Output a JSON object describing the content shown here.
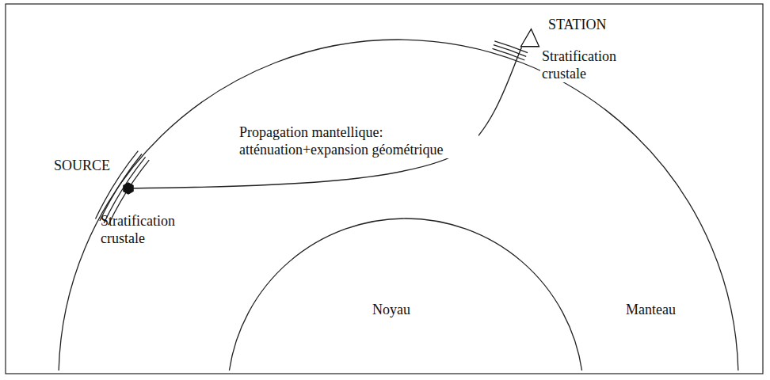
{
  "diagram": {
    "labels": [
      "STATION",
      "Stratification crustale",
      "SOURCE",
      "Propagation mantellique: atténuation+expansion géométrique",
      "Stratification crustale",
      "Noyau",
      "Manteau"
    ]
  }
}
